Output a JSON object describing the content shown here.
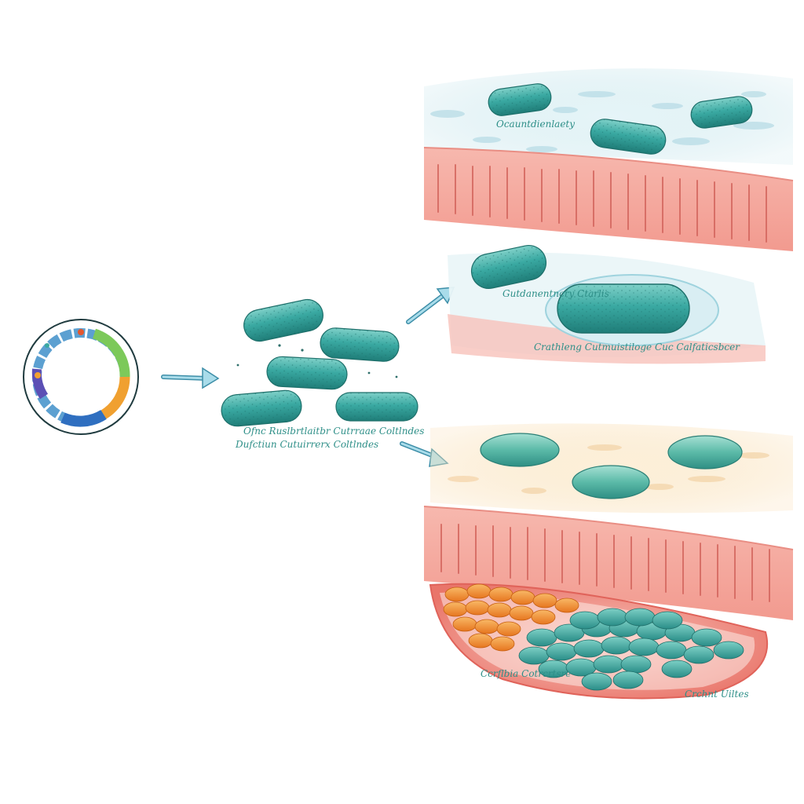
{
  "colors": {
    "bacterium": "#3aa9a2",
    "bacterium_dark": "#23807b",
    "bacterium_light": "#8fd6cf",
    "tissue": "#f4a59b",
    "tissue_dark": "#d96b62",
    "mucus_blue": "#cfe9ef",
    "mucus_yellow": "#fbe7c6",
    "arrow": "#7fc6da",
    "arrow_dark": "#3d8ea8",
    "fat_orange": "#f08a2c"
  },
  "icons": {
    "plasmid": "circular-plasmid-icon",
    "arrow": "arrow-right-icon"
  },
  "labels": {
    "cluster_line1": "Ofnc Ruslbrtlaitbr Cutrraae Coltlndes",
    "cluster_line2": "Dufctiun Cutuirrerx Coltlndes",
    "top_panel": "Ocauntdienlaety",
    "mid_panel_upper": "Gutdanentncry Ctarlis",
    "mid_panel_lower": "Crathleng Cutmuistiloge Cuc Calfaticsbcer",
    "bottom_panel_left": "Ccrflbia Cotrcrtsre",
    "bottom_panel_right": "Crchnt Uiltes"
  }
}
